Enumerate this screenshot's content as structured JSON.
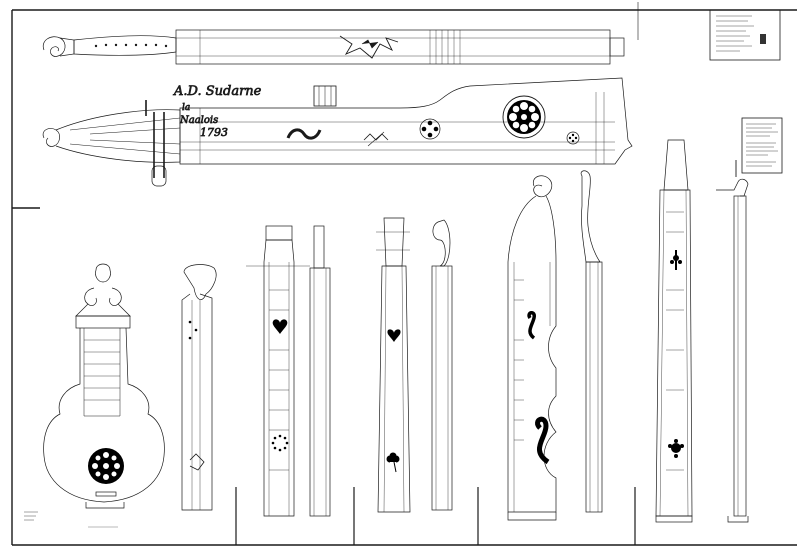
{
  "signature": {
    "maker_name": "A.D. Sudarne",
    "place_1": "la",
    "place_2": "Naalois",
    "year": "1793"
  },
  "title_block": {
    "lines": [
      "",
      "",
      "",
      "",
      "",
      "",
      "",
      ""
    ]
  },
  "notes_block": {
    "lines": [
      "",
      "",
      "",
      "",
      "",
      "",
      "",
      ""
    ]
  },
  "view_labels": [
    "",
    "",
    "",
    "",
    "",
    "",
    ""
  ],
  "legend_lines": [
    "",
    "",
    ""
  ],
  "colors": {
    "ink": "#1a1a1a",
    "fill": "#000000",
    "paper": "#ffffff"
  }
}
